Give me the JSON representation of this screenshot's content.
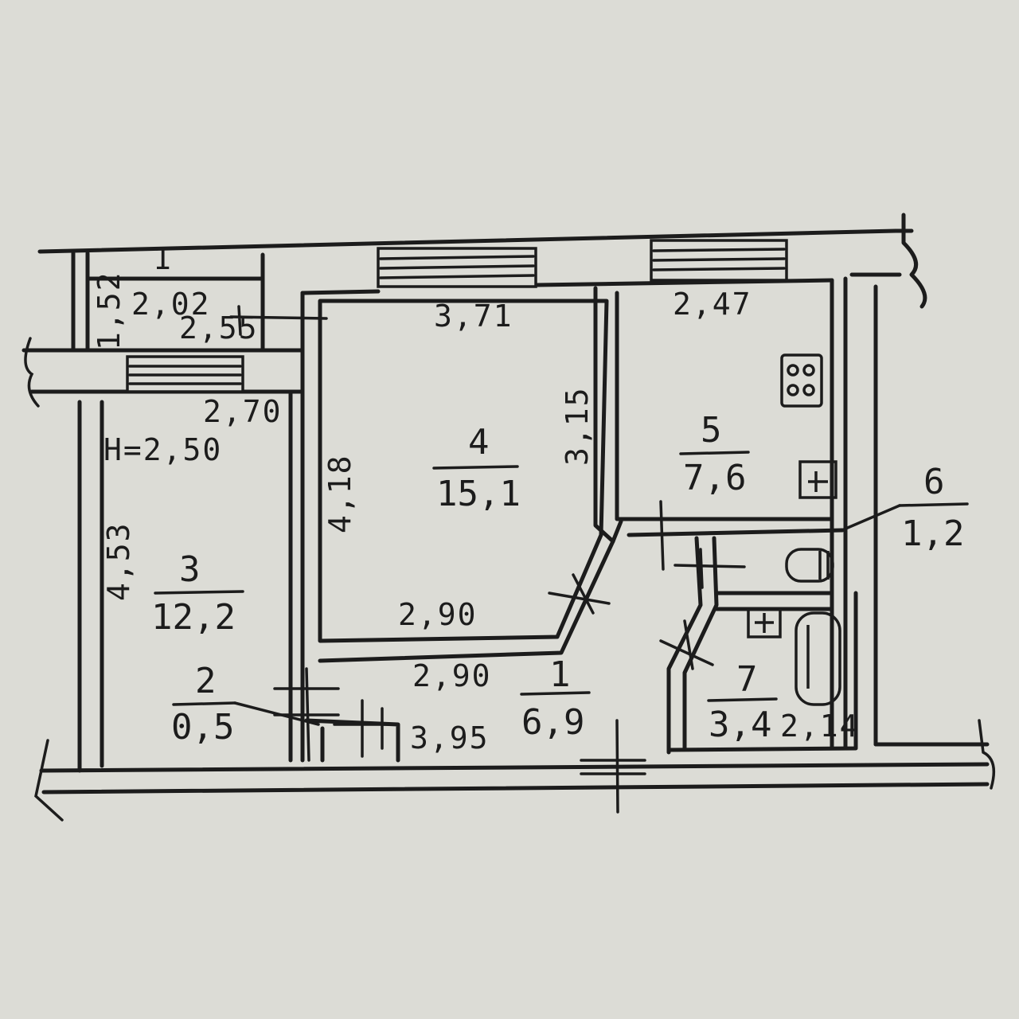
{
  "rooms": [
    {
      "number": "1",
      "area": "6,9"
    },
    {
      "number": "2",
      "area": "0,5"
    },
    {
      "number": "3",
      "area": "12,2"
    },
    {
      "number": "4",
      "area": "15,1"
    },
    {
      "number": "5",
      "area": "7,6"
    },
    {
      "number": "6",
      "area": "1,2"
    },
    {
      "number": "7",
      "area": "3,4"
    },
    {
      "number": "1",
      "area": ""
    }
  ],
  "dimensions": {
    "balcony_depth": "1,52",
    "balcony_len_a": "2,02",
    "balcony_len_b": "2,55",
    "room3_top": "2,70",
    "room3_side": "4,53",
    "ceiling_height": "H=2,50",
    "room4_top": "3,71",
    "room4_left": "4,18",
    "room4_right": "3,15",
    "room4_bottom": "2,90",
    "room5_top": "2,47",
    "hall_top": "2,90",
    "hall_bottom": "3,95",
    "bath_width": "2,14"
  },
  "colors": {
    "paper": "#dcdcd6",
    "ink": "#1c1c1c"
  },
  "icons": [
    "stove-icon",
    "sink-icon",
    "toilet-icon",
    "bathtub-icon"
  ]
}
